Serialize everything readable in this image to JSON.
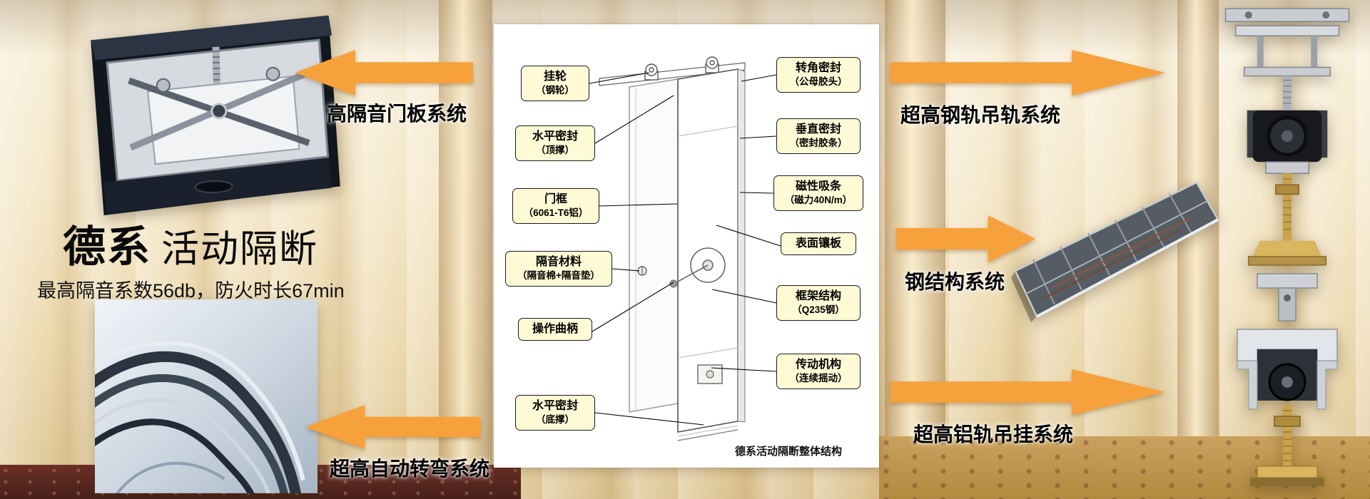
{
  "page": {
    "title_brand": "德系",
    "title_rest": "活动隔断",
    "subtitle": "最高隔音系数56db，防火时长67min"
  },
  "systems": {
    "door_panel": "高隔音门板系统",
    "auto_turn": "超高自动转弯系统",
    "steel_rail": "超高钢轨吊轨系统",
    "steel_structure": "钢结构系统",
    "alu_rail": "超高铝轨吊挂系统"
  },
  "diagram": {
    "caption": "德系活动隔断整体结构",
    "labels_left": [
      {
        "title": "挂轮",
        "sub": "（钢轮）"
      },
      {
        "title": "水平密封",
        "sub": "（顶撑）"
      },
      {
        "title": "门框",
        "sub": "（6061-T6铝）"
      },
      {
        "title": "隔音材料",
        "sub": "（隔音棉+隔音垫）"
      },
      {
        "title": "操作曲柄",
        "sub": ""
      },
      {
        "title": "水平密封",
        "sub": "（底撑）"
      }
    ],
    "labels_right": [
      {
        "title": "转角密封",
        "sub": "（公母胶头）"
      },
      {
        "title": "垂直密封",
        "sub": "（密封胶条）"
      },
      {
        "title": "磁性吸条",
        "sub": "（磁力40N/m）"
      },
      {
        "title": "表面镶板",
        "sub": ""
      },
      {
        "title": "框架结构",
        "sub": "（Q235钢）"
      },
      {
        "title": "传动机构",
        "sub": "（连续摇动）"
      }
    ]
  },
  "icons": {
    "arrow_left": "block-arrow-left",
    "arrow_right": "block-arrow-right"
  },
  "colors": {
    "arrow_orange": "#F6A13B",
    "label_bg": "#FFFAD6",
    "label_border": "#1a1a1a"
  }
}
